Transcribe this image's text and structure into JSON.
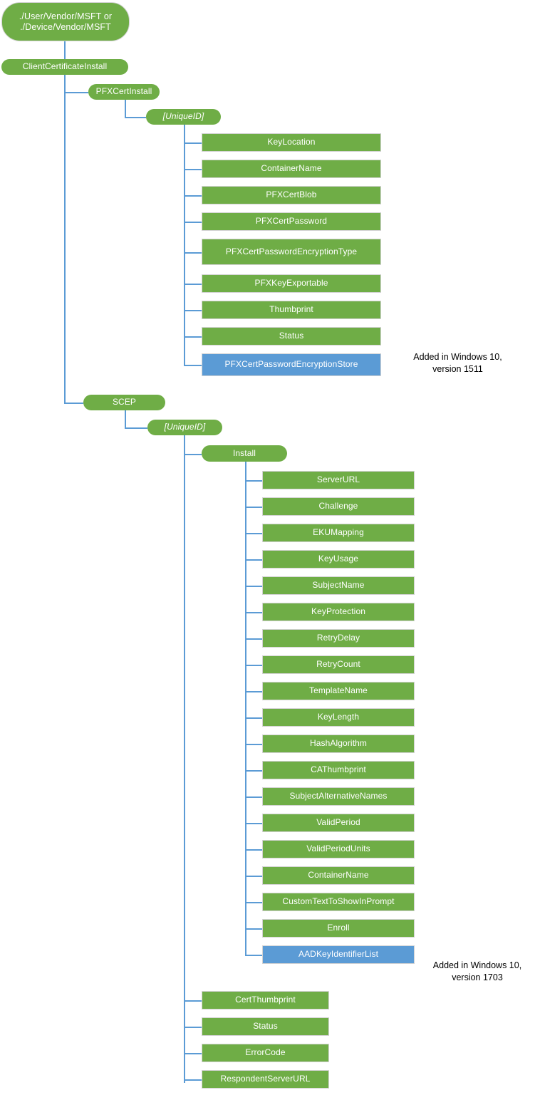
{
  "diagram": {
    "title": "ClientCertificateInstall CSP configuration service provider node tree",
    "colors": {
      "node_green": "#6FAD46",
      "node_blue": "#5B9BD5",
      "connector": "#5B9BD5",
      "leaf_border": "#d3d3d3",
      "node_text": "#ffffff",
      "note_text": "#000000",
      "background": "#ffffff"
    },
    "root": {
      "label": "./User/Vendor/MSFT or\n./Device/Vendor/MSFT"
    },
    "level1": {
      "label": "ClientCertificateInstall"
    },
    "pfx": {
      "branch_label": "PFXCertInstall",
      "unique_id_label": "[UniqueID]",
      "children": [
        {
          "label": "KeyLocation",
          "color": "green"
        },
        {
          "label": "ContainerName",
          "color": "green"
        },
        {
          "label": "PFXCertBlob",
          "color": "green"
        },
        {
          "label": "PFXCertPassword",
          "color": "green"
        },
        {
          "label": "PFXCertPasswordEncryptionType",
          "color": "green"
        },
        {
          "label": "PFXKeyExportable",
          "color": "green"
        },
        {
          "label": "Thumbprint",
          "color": "green"
        },
        {
          "label": "Status",
          "color": "green"
        },
        {
          "label": "PFXCertPasswordEncryptionStore",
          "color": "blue"
        }
      ],
      "note": "Added in Windows 10,\nversion 1511"
    },
    "scep": {
      "branch_label": "SCEP",
      "unique_id_label": "[UniqueID]",
      "install_label": "Install",
      "install_children": [
        {
          "label": "ServerURL",
          "color": "green"
        },
        {
          "label": "Challenge",
          "color": "green"
        },
        {
          "label": "EKUMapping",
          "color": "green"
        },
        {
          "label": "KeyUsage",
          "color": "green"
        },
        {
          "label": "SubjectName",
          "color": "green"
        },
        {
          "label": "KeyProtection",
          "color": "green"
        },
        {
          "label": "RetryDelay",
          "color": "green"
        },
        {
          "label": "RetryCount",
          "color": "green"
        },
        {
          "label": "TemplateName",
          "color": "green"
        },
        {
          "label": "KeyLength",
          "color": "green"
        },
        {
          "label": "HashAlgorithm",
          "color": "green"
        },
        {
          "label": "CAThumbprint",
          "color": "green"
        },
        {
          "label": "SubjectAlternativeNames",
          "color": "green"
        },
        {
          "label": "ValidPeriod",
          "color": "green"
        },
        {
          "label": "ValidPeriodUnits",
          "color": "green"
        },
        {
          "label": "ContainerName",
          "color": "green"
        },
        {
          "label": "CustomTextToShowInPrompt",
          "color": "green"
        },
        {
          "label": "Enroll",
          "color": "green"
        },
        {
          "label": "AADKeyIdentifierList",
          "color": "blue"
        }
      ],
      "note": "Added in Windows 10,\nversion 1703",
      "status_children": [
        {
          "label": "CertThumbprint",
          "color": "green"
        },
        {
          "label": "Status",
          "color": "green"
        },
        {
          "label": "ErrorCode",
          "color": "green"
        },
        {
          "label": "RespondentServerURL",
          "color": "green"
        }
      ]
    }
  }
}
